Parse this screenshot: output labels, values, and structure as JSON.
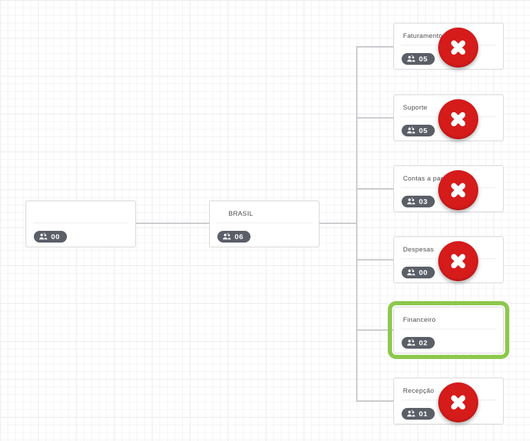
{
  "diagram": {
    "type": "org-chart",
    "nodes": [
      {
        "title": "",
        "members_count": "00",
        "status": "normal"
      },
      {
        "title": "BRASIL",
        "members_count": "06",
        "status": "normal"
      },
      {
        "title": "Faturamento",
        "members_count": "05",
        "status": "removed"
      },
      {
        "title": "Suporte",
        "members_count": "05",
        "status": "removed"
      },
      {
        "title": "Contas a pagar",
        "members_count": "03",
        "status": "removed"
      },
      {
        "title": "Despesas",
        "members_count": "00",
        "status": "removed"
      },
      {
        "title": "Financeiro",
        "members_count": "02",
        "status": "highlighted"
      },
      {
        "title": "Recepção",
        "members_count": "01",
        "status": "removed"
      }
    ],
    "edges": [
      [
        "node-0",
        "node-1"
      ],
      [
        "node-1",
        "node-2"
      ],
      [
        "node-1",
        "node-3"
      ],
      [
        "node-1",
        "node-4"
      ],
      [
        "node-1",
        "node-5"
      ],
      [
        "node-1",
        "node-6"
      ],
      [
        "node-1",
        "node-7"
      ]
    ],
    "colors": {
      "removed_badge": "#d61b1b",
      "highlight_border": "#8dc84c",
      "count_badge_bg": "#5b5f68",
      "connector": "#c9cacd",
      "node_border": "#d6d6d9",
      "title_text": "#4c4c52"
    }
  }
}
